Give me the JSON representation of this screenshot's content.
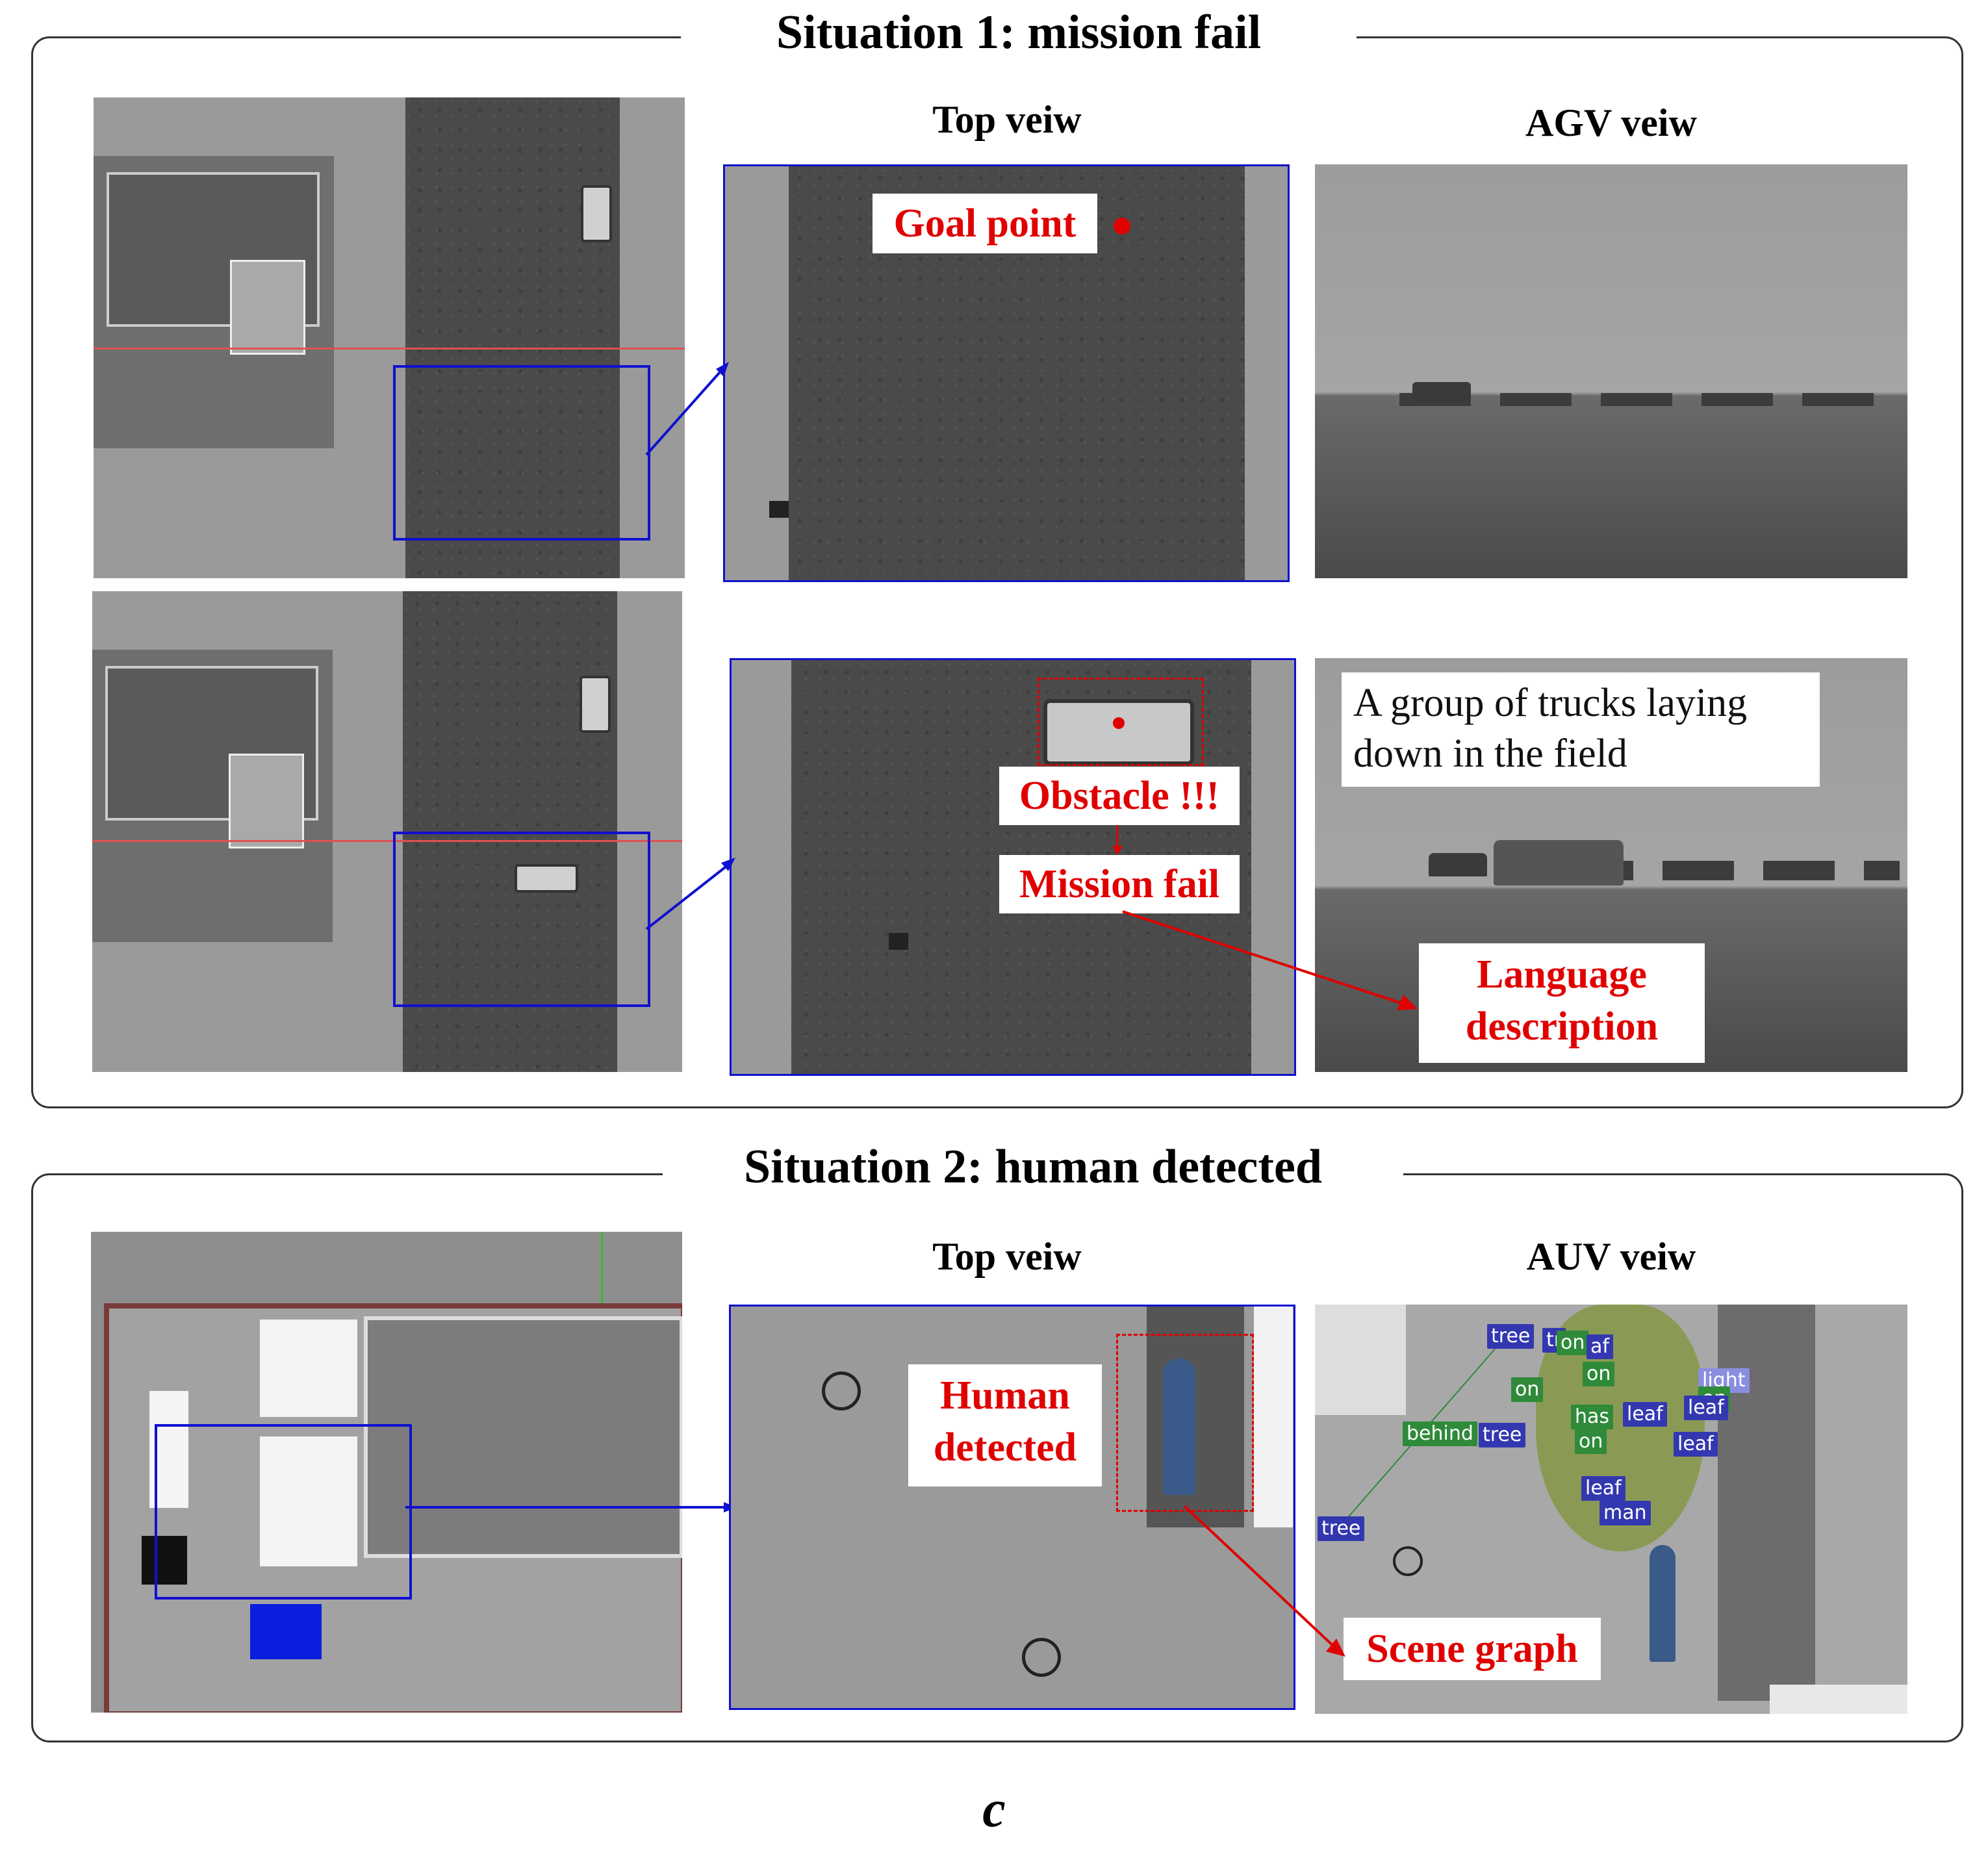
{
  "situation1": {
    "title": "Situation 1: mission fail",
    "top_view_title": "Top veiw",
    "agv_view_title": "AGV veiw",
    "goal_label": "Goal point",
    "obstacle_label": "Obstacle !!!",
    "mission_fail_label": "Mission fail",
    "caption_line1": "A group of trucks laying",
    "caption_line2": "down in the field",
    "language_line1": "Language",
    "language_line2": "description"
  },
  "situation2": {
    "title": "Situation 2: human detected",
    "top_view_title": "Top veiw",
    "auv_view_title": "AUV veiw",
    "human_line1": "Human",
    "human_line2": "detected",
    "scene_graph_label": "Scene graph",
    "scene_graph_tags": [
      {
        "text": "tree",
        "style": "blue"
      },
      {
        "text": "tr",
        "style": "blue"
      },
      {
        "text": "on",
        "style": "green"
      },
      {
        "text": "af",
        "style": "blue"
      },
      {
        "text": "on",
        "style": "green"
      },
      {
        "text": "on",
        "style": "green"
      },
      {
        "text": "light",
        "style": "lav"
      },
      {
        "text": "on",
        "style": "green"
      },
      {
        "text": "leaf",
        "style": "blue"
      },
      {
        "text": "has",
        "style": "green"
      },
      {
        "text": "leaf",
        "style": "blue"
      },
      {
        "text": "behind",
        "style": "green"
      },
      {
        "text": "tree",
        "style": "blue"
      },
      {
        "text": "on",
        "style": "green"
      },
      {
        "text": "leaf",
        "style": "blue"
      },
      {
        "text": "tree",
        "style": "blue"
      },
      {
        "text": "leaf",
        "style": "blue"
      },
      {
        "text": "man",
        "style": "blue"
      }
    ]
  },
  "panel_label": "c",
  "colors": {
    "highlight_box": "#1010d0",
    "annotation_red": "#e00000",
    "frame": "#333333"
  }
}
